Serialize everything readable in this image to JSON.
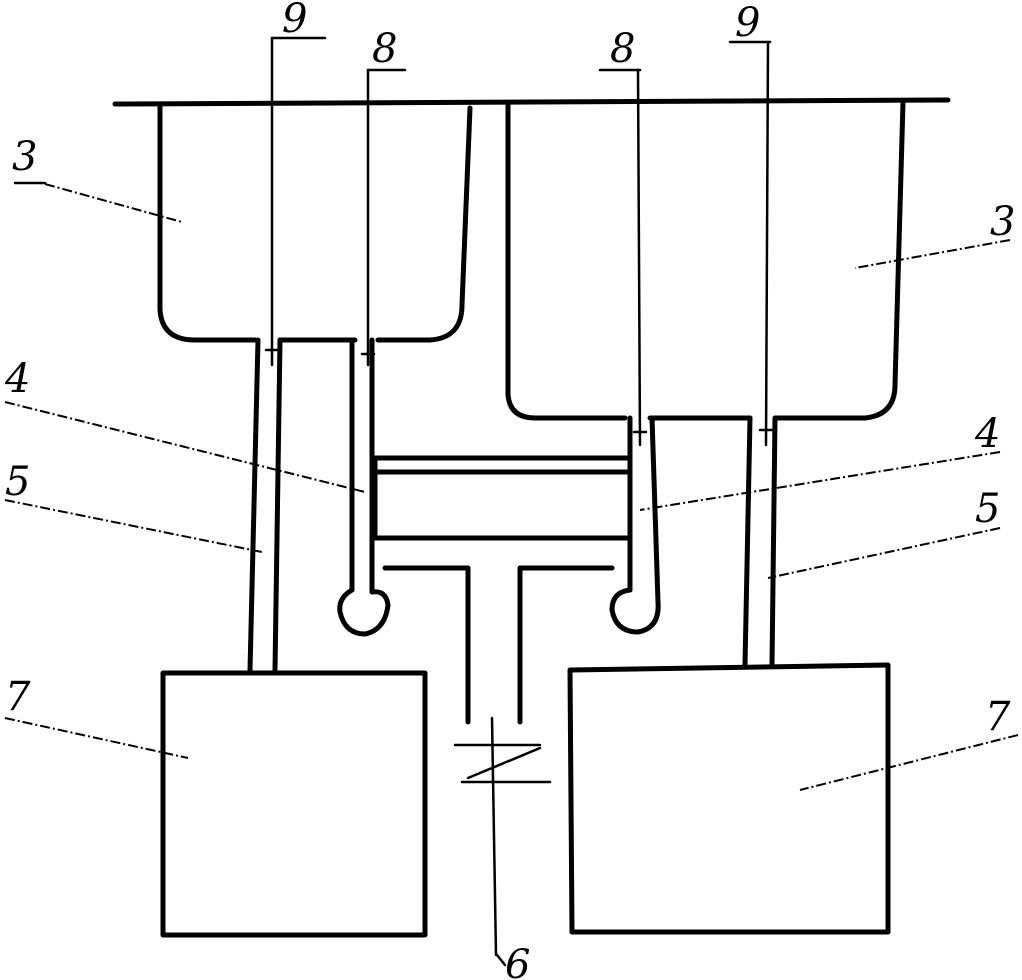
{
  "labels": {
    "l3_left": "3",
    "l3_right": "3",
    "l4_left": "4",
    "l4_right": "4",
    "l5_left": "5",
    "l5_right": "5",
    "l6": "6",
    "l7_left": "7",
    "l7_right": "7",
    "l8_left": "8",
    "l8_right": "8",
    "l9_left": "9",
    "l9_right": "9"
  }
}
